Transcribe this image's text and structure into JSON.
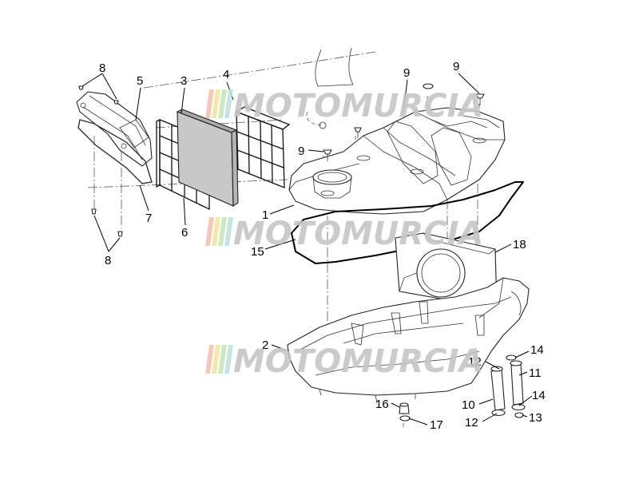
{
  "callouts": [
    {
      "label": "8"
    },
    {
      "label": "5"
    },
    {
      "label": "3"
    },
    {
      "label": "4"
    },
    {
      "label": "9"
    },
    {
      "label": "9"
    },
    {
      "label": "9"
    },
    {
      "label": "7"
    },
    {
      "label": "6"
    },
    {
      "label": "8"
    },
    {
      "label": "1"
    },
    {
      "label": "15"
    },
    {
      "label": "18"
    },
    {
      "label": "2"
    },
    {
      "label": "14"
    },
    {
      "label": "12"
    },
    {
      "label": "11"
    },
    {
      "label": "14"
    },
    {
      "label": "10"
    },
    {
      "label": "16"
    },
    {
      "label": "12"
    },
    {
      "label": "13"
    },
    {
      "label": "17"
    }
  ],
  "watermark": {
    "text": "MOTOMURCIA",
    "stripe_colors": [
      "#f2c4b8",
      "#f3e6a5",
      "#c8e7b8",
      "#bfe3e0"
    ],
    "text_color": "#c6c6c6"
  }
}
